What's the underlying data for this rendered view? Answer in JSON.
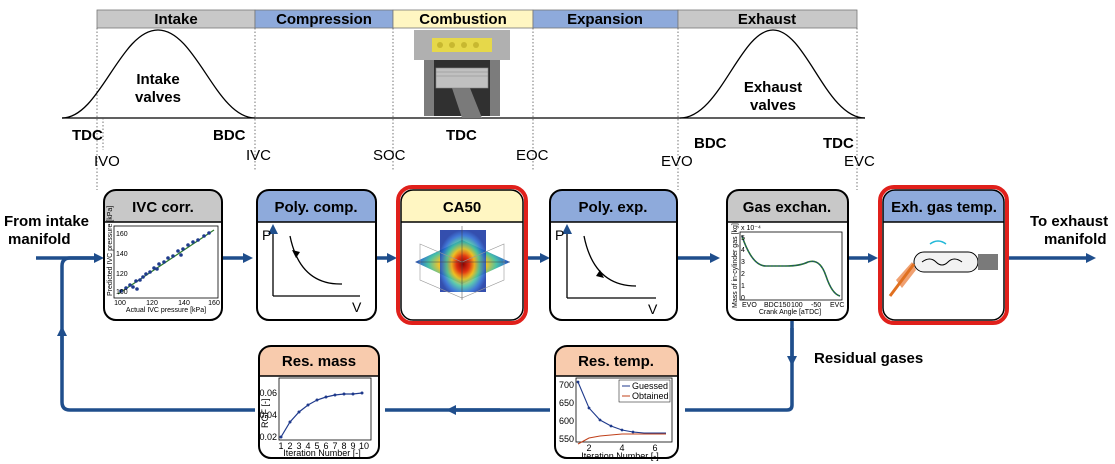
{
  "phases": [
    {
      "label": "Intake",
      "color": "#c8c8c8"
    },
    {
      "label": "Compression",
      "color": "#8eaadb"
    },
    {
      "label": "Combustion",
      "color": "#fff6c2"
    },
    {
      "label": "Expansion",
      "color": "#8eaadb"
    },
    {
      "label": "Exhaust",
      "color": "#c8c8c8"
    }
  ],
  "valves": {
    "intake": [
      "Intake",
      "valves"
    ],
    "exhaust": [
      "Exhaust",
      "valves"
    ]
  },
  "events": {
    "tdc1": "TDC",
    "ivo": "IVO",
    "bdc1": "BDC",
    "ivc": "IVC",
    "soc": "SOC",
    "tdc2": "TDC",
    "eoc": "EOC",
    "evo": "EVO",
    "bdc2": "BDC",
    "tdc3": "TDC",
    "evc": "EVC"
  },
  "blocks": {
    "ivc": {
      "title": "IVC corr.",
      "header_color": "#c8c8c8",
      "ylabel": "Predicted IVC pressure [kPa]",
      "xlabel": "Actual IVC pressure [kPa]",
      "xticks": [
        "100",
        "120",
        "140",
        "160"
      ],
      "yticks": [
        "100",
        "120",
        "140",
        "160"
      ]
    },
    "polycomp": {
      "title": "Poly. comp.",
      "header_color": "#8eaadb",
      "p": "P",
      "v": "V"
    },
    "ca50": {
      "title": "CA50",
      "header_color": "#fff6c2",
      "highlight": "#e0201b"
    },
    "polyexp": {
      "title": "Poly. exp.",
      "header_color": "#8eaadb",
      "p": "P",
      "v": "V"
    },
    "gasex": {
      "title": "Gas exchan.",
      "header_color": "#c8c8c8",
      "ylabel": "Mass of in-cylinder gas [kg]",
      "xlabel": "Crank Angle [aTDC]",
      "exp": "x 10⁻⁴",
      "xticks": [
        "EVO",
        "BDC150",
        "100",
        "-50",
        "EVC"
      ],
      "yticks": [
        "5",
        "4",
        "3",
        "2",
        "1",
        "0"
      ]
    },
    "exh": {
      "title": "Exh. gas temp.",
      "header_color": "#8eaadb",
      "highlight": "#e0201b"
    },
    "resmass": {
      "title": "Res. mass",
      "header_color": "#f8cbad",
      "ylabel": "RGF [-]",
      "xlabel": "Iteration Number [-]",
      "xticks": [
        "1",
        "2",
        "3",
        "4",
        "5",
        "6",
        "7",
        "8",
        "9",
        "10"
      ],
      "yticks": [
        "0.06",
        "0.04",
        "0.02"
      ]
    },
    "restemp": {
      "title": "Res. temp.",
      "header_color": "#f8cbad",
      "xlabel": "Iteration Number [-]",
      "xticks": [
        "2",
        "4",
        "6"
      ],
      "yticks": [
        "700",
        "650",
        "600",
        "550"
      ],
      "legend": [
        "Guessed",
        "Obtained"
      ]
    }
  },
  "labels": {
    "from_intake": [
      "From intake",
      "manifold"
    ],
    "to_exhaust": [
      "To exhaust",
      "manifold"
    ],
    "residual": "Residual gases"
  },
  "colors": {
    "arrow": "#1f4e8c",
    "box_border": "#000000"
  }
}
